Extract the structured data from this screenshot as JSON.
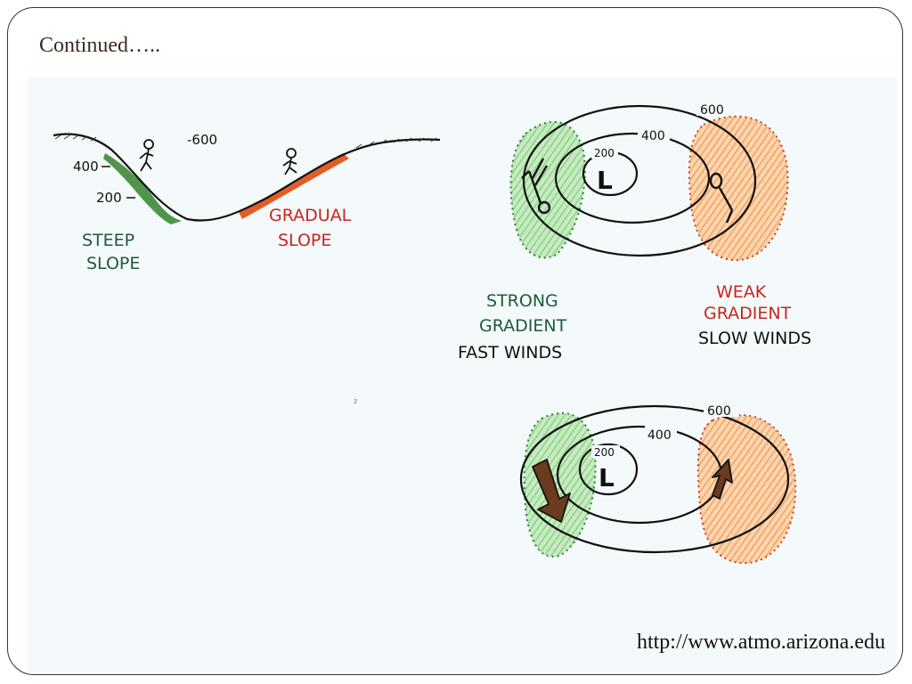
{
  "title": "Continued…..",
  "url": "http://www.atmo.arizona.edu",
  "slope_figure": {
    "contour_labels": [
      "-600",
      "400",
      "200"
    ],
    "steep_label": [
      "STEEP",
      "SLOPE"
    ],
    "gradual_label": [
      "GRADUAL",
      "SLOPE"
    ]
  },
  "map_top": {
    "contour_labels": [
      "600",
      "400",
      "200"
    ],
    "low_symbol": "L",
    "left_caption": [
      "STRONG",
      "GRADIENT",
      "FAST WINDS"
    ],
    "right_caption": [
      "WEAK",
      "GRADIENT",
      "SLOW WINDS"
    ]
  },
  "map_bottom": {
    "contour_labels": [
      "600",
      "400",
      "200"
    ],
    "low_symbol": "L"
  },
  "stray_mark": "z",
  "colors": {
    "steep": "#3f8a3a",
    "gradual": "#e2541c",
    "strong_area": "#9fdb9a",
    "weak_area": "#f6ad6a",
    "red_text": "#c8261e",
    "green_text": "#1f5a3a",
    "ink": "#111111",
    "arrow": "#6b3a1f"
  }
}
